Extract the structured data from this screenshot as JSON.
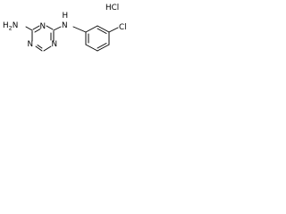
{
  "molecule": {
    "salt": "HCl",
    "atoms": {
      "amine_n": "N",
      "amine_h": "H",
      "amine_h_count": "2",
      "ring_n_top": "N",
      "ring_n_bottom_left": "N",
      "ring_n_bottom_right": "N",
      "linker_n": "N",
      "linker_h": "H",
      "chlorine": "Cl"
    }
  }
}
